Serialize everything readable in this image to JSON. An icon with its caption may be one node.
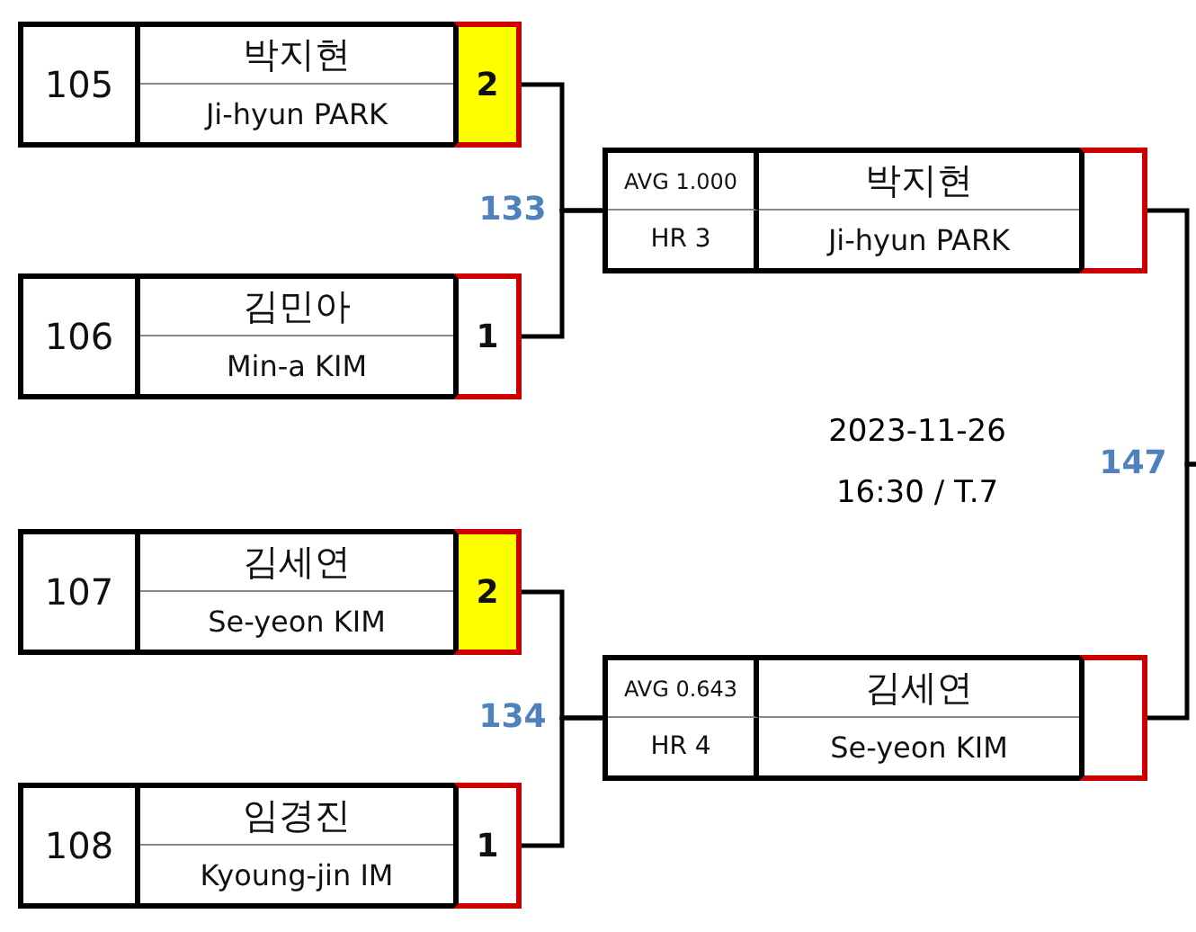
{
  "diagram": {
    "nodes": [
      {
        "text": [
          "105",
          "박지현",
          "Ji-hyun PARK",
          "2"
        ]
      },
      {
        "text": [
          "106",
          "김민아",
          "Min-a KIM",
          "1"
        ]
      },
      {
        "text": [
          "107",
          "김세연",
          "Se-yeon KIM",
          "2"
        ]
      },
      {
        "text": [
          "108",
          "임경진",
          "Kyoung-jin IM",
          "1"
        ]
      },
      {
        "text": [
          "AVG 1.000",
          "HR 3",
          "박지현",
          "Ji-hyun PARK"
        ]
      },
      {
        "text": [
          "AVG 0.643",
          "HR 4",
          "김세연",
          "Se-yeon KIM"
        ]
      }
    ],
    "edges": [
      {
        "from": 0,
        "to": 4,
        "arrow": "none"
      },
      {
        "from": 1,
        "to": 4,
        "arrow": "none"
      },
      {
        "from": 2,
        "to": 5,
        "arrow": "none"
      },
      {
        "from": 3,
        "to": 5,
        "arrow": "none"
      },
      {
        "from": 4,
        "to": null,
        "arrow": "none"
      },
      {
        "from": 5,
        "to": null,
        "arrow": "none"
      }
    ],
    "labels": [
      "133",
      "2023-11-26",
      "16:30 / T.7",
      "147",
      "134"
    ]
  }
}
